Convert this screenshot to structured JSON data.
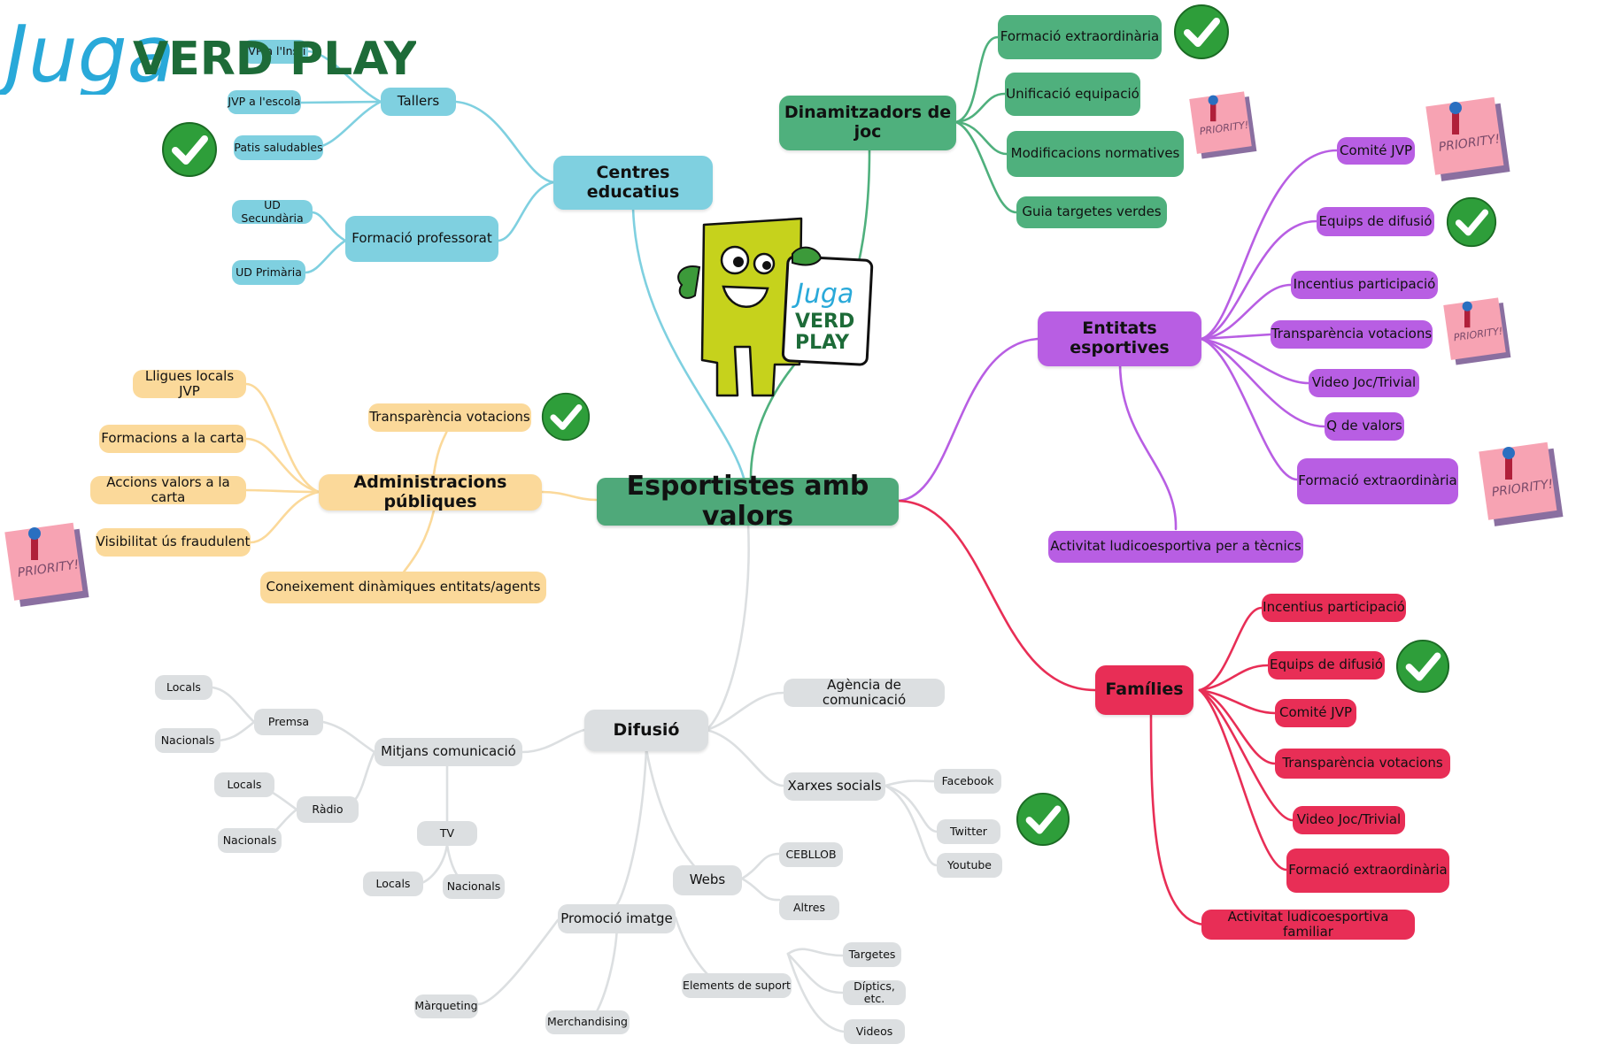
{
  "central": "Esportistes amb valors",
  "branches": {
    "centres": {
      "label": "Centres educatius",
      "tallers": {
        "label": "Tallers",
        "items": [
          "JVP a l'Insti",
          "JVP a l'escola",
          "Patis saludables"
        ]
      },
      "formacio": {
        "label": "Formació professorat",
        "items": [
          "UD Secundària",
          "UD Primària"
        ]
      }
    },
    "dinamitzadors": {
      "label": "Dinamitzadors de joc",
      "items": [
        "Formació extraordinària",
        "Unificació equipació",
        "Modificacions normatives",
        "Guia targetes verdes"
      ]
    },
    "entitats": {
      "label": "Entitats esportives",
      "items": [
        "Comité JVP",
        "Equips de difusió",
        "Incentius participació",
        "Transparència votacions",
        "Video Joc/Trivial",
        "Q de valors",
        "Formació extraordinària",
        "Activitat ludicoesportiva per a tècnics"
      ]
    },
    "families": {
      "label": "Famílies",
      "items": [
        "Incentius participació",
        "Equips de difusió",
        "Comité JVP",
        "Transparència votacions",
        "Video Joc/Trivial",
        "Formació extraordinària",
        "Activitat ludicoesportiva familiar"
      ]
    },
    "administracions": {
      "label": "Administracions públiques",
      "items": [
        "Lligues locals JVP",
        "Formacions a la carta",
        "Accions valors a la carta",
        "Visibilitat ús fraudulent",
        "Transparència votacions",
        "Coneixement dinàmiques entitats/agents"
      ]
    },
    "difusio": {
      "label": "Difusió",
      "agencia": "Agència de comunicació",
      "xarxes": {
        "label": "Xarxes socials",
        "items": [
          "Facebook",
          "Twitter",
          "Youtube"
        ]
      },
      "webs": {
        "label": "Webs",
        "items": [
          "CEBLLOB",
          "Altres"
        ]
      },
      "promocio": {
        "label": "Promoció imatge",
        "marqueting": "Màrqueting",
        "merchandising": "Merchandising",
        "elements": {
          "label": "Elements de suport",
          "items": [
            "Targetes",
            "Díptics, etc.",
            "Videos"
          ]
        }
      },
      "mitjans": {
        "label": "Mitjans comunicació",
        "premsa": {
          "label": "Premsa",
          "items": [
            "Locals",
            "Nacionals"
          ]
        },
        "radio": {
          "label": "Ràdio",
          "items": [
            "Locals",
            "Nacionals"
          ]
        },
        "tv": {
          "label": "TV",
          "items": [
            "Locals",
            "Nacionals"
          ]
        }
      }
    }
  },
  "sticky_note_text": "PRIORITY!",
  "mascot_sign": [
    "Juga",
    "VERD",
    "PLAY"
  ],
  "logo": {
    "juga": "Juga",
    "verd_play": "VERD PLAY"
  },
  "colors": {
    "central": "#4fa97a",
    "centres": "#7fd0e0",
    "dinamitzadors": "#4fb07d",
    "entitats": "#b85ee3",
    "families": "#e82e56",
    "administracions": "#fbd99a",
    "difusio": "#dcdfe1",
    "check": "#2e9e3a",
    "sticky": "#f7a3b3",
    "logo_blue": "#29a9d9",
    "logo_green": "#1d6b38"
  }
}
